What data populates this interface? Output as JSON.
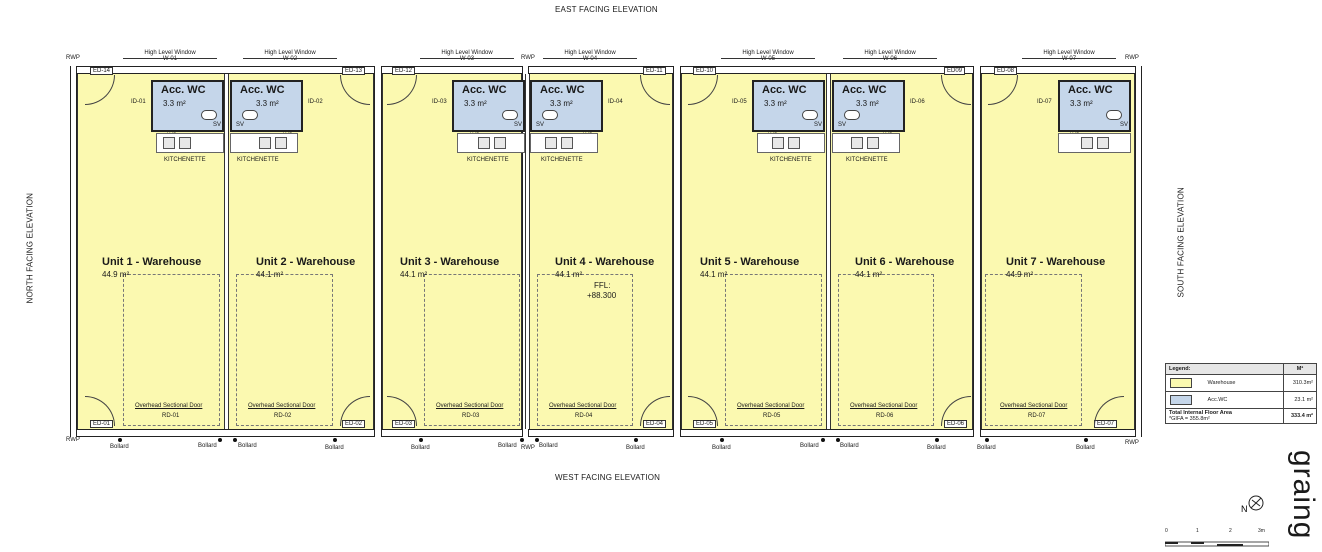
{
  "elevations": {
    "east": "EAST FACING ELEVATION",
    "west": "WEST FACING ELEVATION",
    "north": "NORTH FACING ELEVATION",
    "south": "SOUTH FACING ELEVATION"
  },
  "windows": [
    {
      "title": "High Level Window",
      "id": "W-01"
    },
    {
      "title": "High Level Window",
      "id": "W-02"
    },
    {
      "title": "High Level Window",
      "id": "W-03"
    },
    {
      "title": "High Level Window",
      "id": "W-04"
    },
    {
      "title": "High Level Window",
      "id": "W-05"
    },
    {
      "title": "High Level Window",
      "id": "W-06"
    },
    {
      "title": "High Level Window",
      "id": "W-07"
    }
  ],
  "rwp_label": "RWP",
  "units": [
    {
      "name": "Unit 1 - Warehouse",
      "area": "44.9 m²",
      "wc_title": "Acc. WC",
      "wc_area": "3.3 m²",
      "int_door": "ID-01",
      "ext_door_top": "ED-14",
      "ext_door_bottom": "ED-01",
      "kitchen": "KITCHENETTE",
      "ws": "WS",
      "sv": "SV",
      "oh_door": "Overhead Sectional Door",
      "rd": "RD-01"
    },
    {
      "name": "Unit 2 - Warehouse",
      "area": "44.1 m²",
      "wc_title": "Acc. WC",
      "wc_area": "3.3 m²",
      "int_door": "ID-02",
      "ext_door_top": "ED-13",
      "ext_door_bottom": "ED-02",
      "kitchen": "KITCHENETTE",
      "ws": "WS",
      "sv": "SV",
      "oh_door": "Overhead Sectional Door",
      "rd": "RD-02"
    },
    {
      "name": "Unit 3 - Warehouse",
      "area": "44.1 m²",
      "wc_title": "Acc. WC",
      "wc_area": "3.3 m²",
      "int_door": "ID-03",
      "ext_door_top": "ED-12",
      "ext_door_bottom": "ED-03",
      "kitchen": "KITCHENETTE",
      "ws": "WS",
      "sv": "SV",
      "oh_door": "Overhead Sectional Door",
      "rd": "RD-03"
    },
    {
      "name": "Unit 4 - Warehouse",
      "area": "44.1 m²",
      "wc_title": "Acc. WC",
      "wc_area": "3.3 m²",
      "int_door": "ID-04",
      "ext_door_top": "ED-11",
      "ext_door_bottom": "ED-04",
      "kitchen": "KITCHENETTE",
      "ws": "WS",
      "sv": "SV",
      "oh_door": "Overhead Sectional Door",
      "rd": "RD-04"
    },
    {
      "name": "Unit 5 - Warehouse",
      "area": "44.1 m²",
      "wc_title": "Acc. WC",
      "wc_area": "3.3 m²",
      "int_door": "ID-05",
      "ext_door_top": "ED-10",
      "ext_door_bottom": "ED-05",
      "kitchen": "KITCHENETTE",
      "ws": "WS",
      "sv": "SV",
      "oh_door": "Overhead Sectional Door",
      "rd": "RD-05"
    },
    {
      "name": "Unit 6 - Warehouse",
      "area": "44.1 m²",
      "wc_title": "Acc. WC",
      "wc_area": "3.3 m²",
      "int_door": "ID-06",
      "ext_door_top": "ED09",
      "ext_door_bottom": "ED-06",
      "kitchen": "KITCHENETTE",
      "ws": "WS",
      "sv": "SV",
      "oh_door": "Overhead Sectional Door",
      "rd": "RD-06"
    },
    {
      "name": "Unit 7 - Warehouse",
      "area": "44.9 m²",
      "wc_title": "Acc. WC",
      "wc_area": "3.3 m²",
      "int_door": "ID-07",
      "ext_door_top": "ED-08",
      "ext_door_bottom": "ED-07",
      "kitchen": "",
      "ws": "WS",
      "sv": "SV",
      "oh_door": "Overhead Sectional Door",
      "rd": "RD-07"
    }
  ],
  "ffl": {
    "label": "FFL:",
    "value": "+88.300"
  },
  "bollard_label": "Bollard",
  "legend": {
    "header_label": "Legend:",
    "header_unit": "M²",
    "rows": [
      {
        "name": "Warehouse",
        "value": "310.3m²",
        "color": "#fbf9b0"
      },
      {
        "name": "Acc.WC",
        "value": "23.1 m²",
        "color": "#c5d6ea"
      }
    ],
    "total_label": "Total Internal Floor Area",
    "gifa_note": "*GIFA = 355.8m²",
    "total_value": "333.4 m²"
  },
  "brand": "graing",
  "scale_labels": [
    "0",
    "1",
    "2",
    "3m"
  ],
  "colors": {
    "warehouse": "#fbf9b0",
    "wc": "#c5d6ea"
  }
}
